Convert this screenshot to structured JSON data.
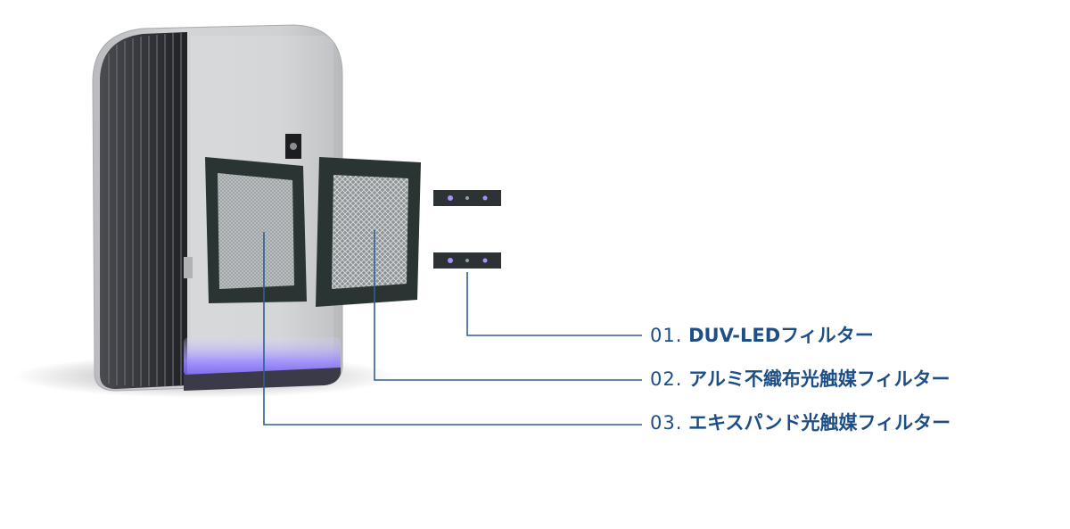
{
  "callouts": [
    {
      "number": "01.",
      "name": "DUV-LEDフィルター"
    },
    {
      "number": "02.",
      "name": "アルミ不織布光触媒フィルター"
    },
    {
      "number": "03.",
      "name": "エキスパンド光触媒フィルター"
    }
  ],
  "colors": {
    "label_text": "#1d4f86",
    "leader_line": "#2f5e94",
    "uv_glow": "#8c7cff",
    "filter_frame": "#2a3533",
    "housing": "#c9cbcd",
    "grille": "#2b2d31"
  }
}
